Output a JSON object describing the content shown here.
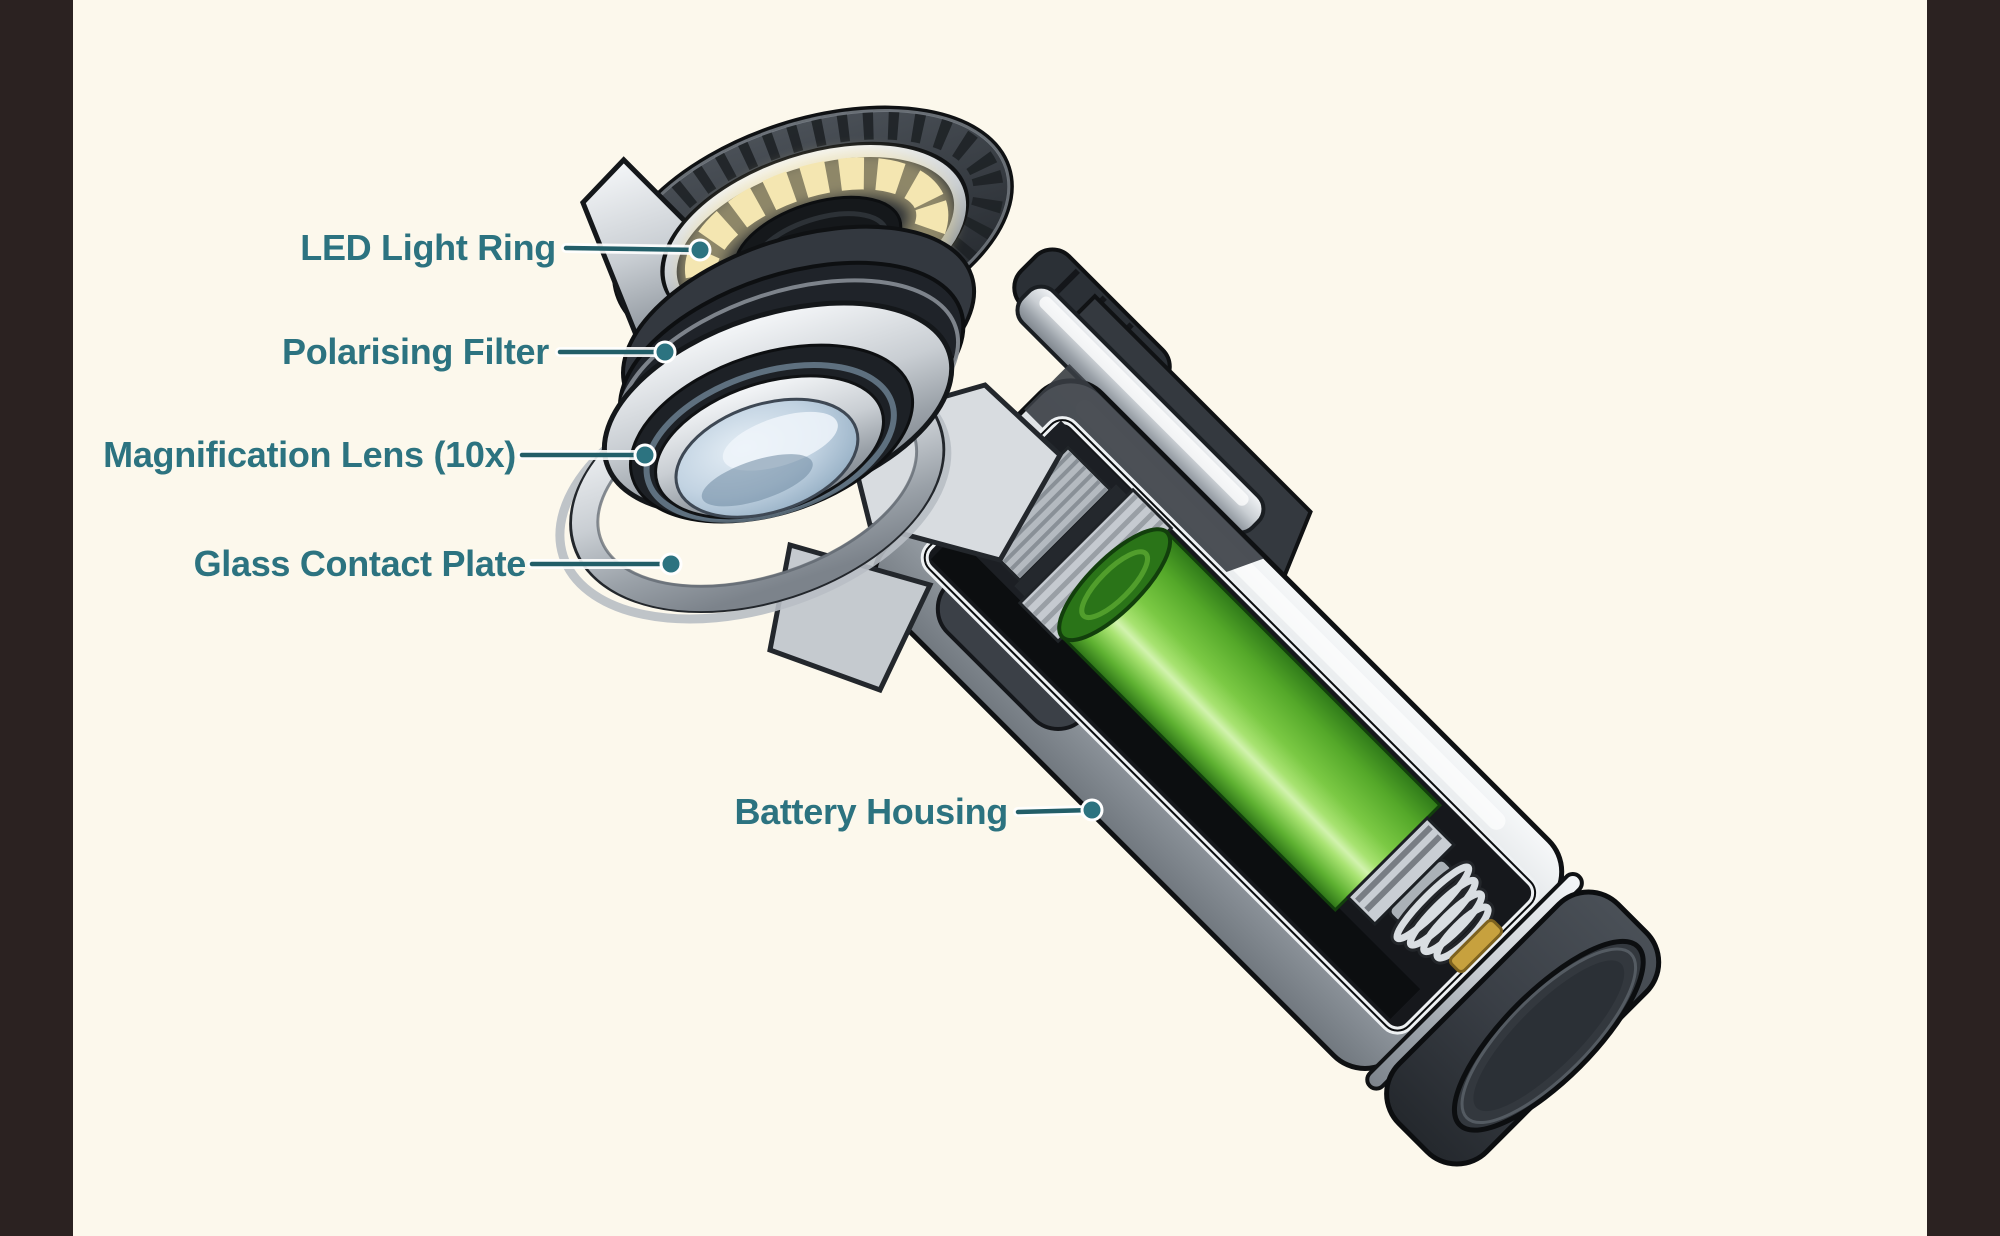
{
  "labels": [
    {
      "text": "LED Light Ring"
    },
    {
      "text": "Polarising Filter"
    },
    {
      "text": "Magnification Lens (10x)"
    },
    {
      "text": "Glass Contact Plate"
    },
    {
      "text": "Battery Housing"
    }
  ],
  "colors": {
    "background": "#fcf8ec",
    "frame_bars": "#2b2221",
    "label_text": "#2c7380",
    "leader_line": "#225e68",
    "led_segment": "#f4e6b1",
    "battery_green": "#7bc944",
    "lens_blue": "#c2d3e2",
    "metal_silver": "#c9ced3",
    "body_charcoal": "#33383e",
    "contact_gold": "#c7a13e"
  }
}
